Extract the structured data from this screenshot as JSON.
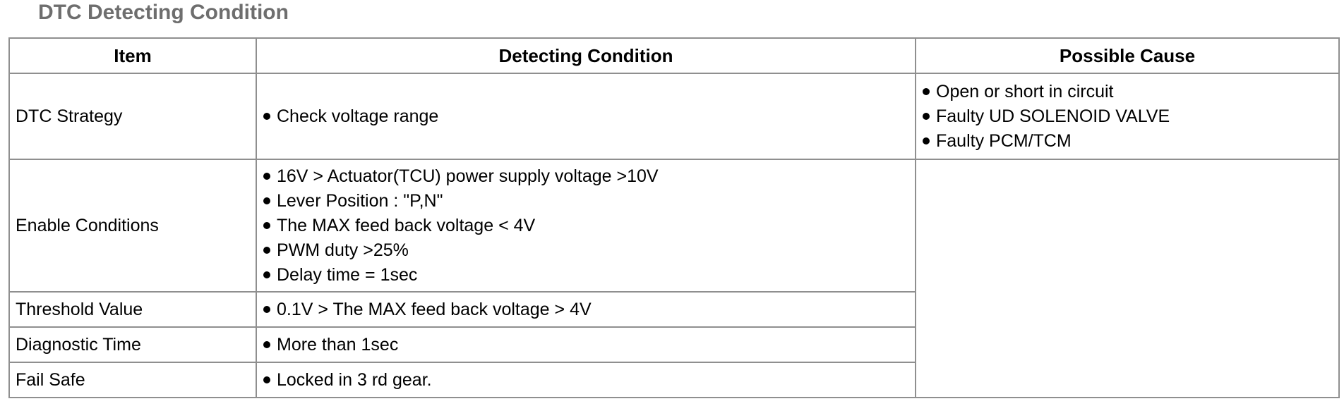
{
  "title": "DTC Detecting Condition",
  "table": {
    "headers": {
      "item": "Item",
      "condition": "Detecting Condition",
      "cause": "Possible Cause"
    },
    "rows": [
      {
        "item": "DTC Strategy",
        "conditions": [
          "Check voltage range"
        ]
      },
      {
        "item": "Enable Conditions",
        "conditions": [
          "16V > Actuator(TCU) power supply voltage >10V",
          "Lever Position : \"P,N\"",
          "The MAX feed back voltage < 4V",
          "PWM duty >25%",
          "Delay time = 1sec"
        ]
      },
      {
        "item": "Threshold Value",
        "conditions": [
          "0.1V > The MAX feed back voltage > 4V"
        ]
      },
      {
        "item": "Diagnostic Time",
        "conditions": [
          "More than 1sec"
        ]
      },
      {
        "item": "Fail Safe",
        "conditions": [
          "Locked in 3 rd gear."
        ]
      }
    ],
    "possible_causes": [
      "Open or short in circuit",
      "Faulty UD SOLENOID VALVE",
      "Faulty PCM/TCM"
    ]
  },
  "colors": {
    "title": "#6e6e6e",
    "border": "#8f8f8f",
    "text": "#000000"
  }
}
